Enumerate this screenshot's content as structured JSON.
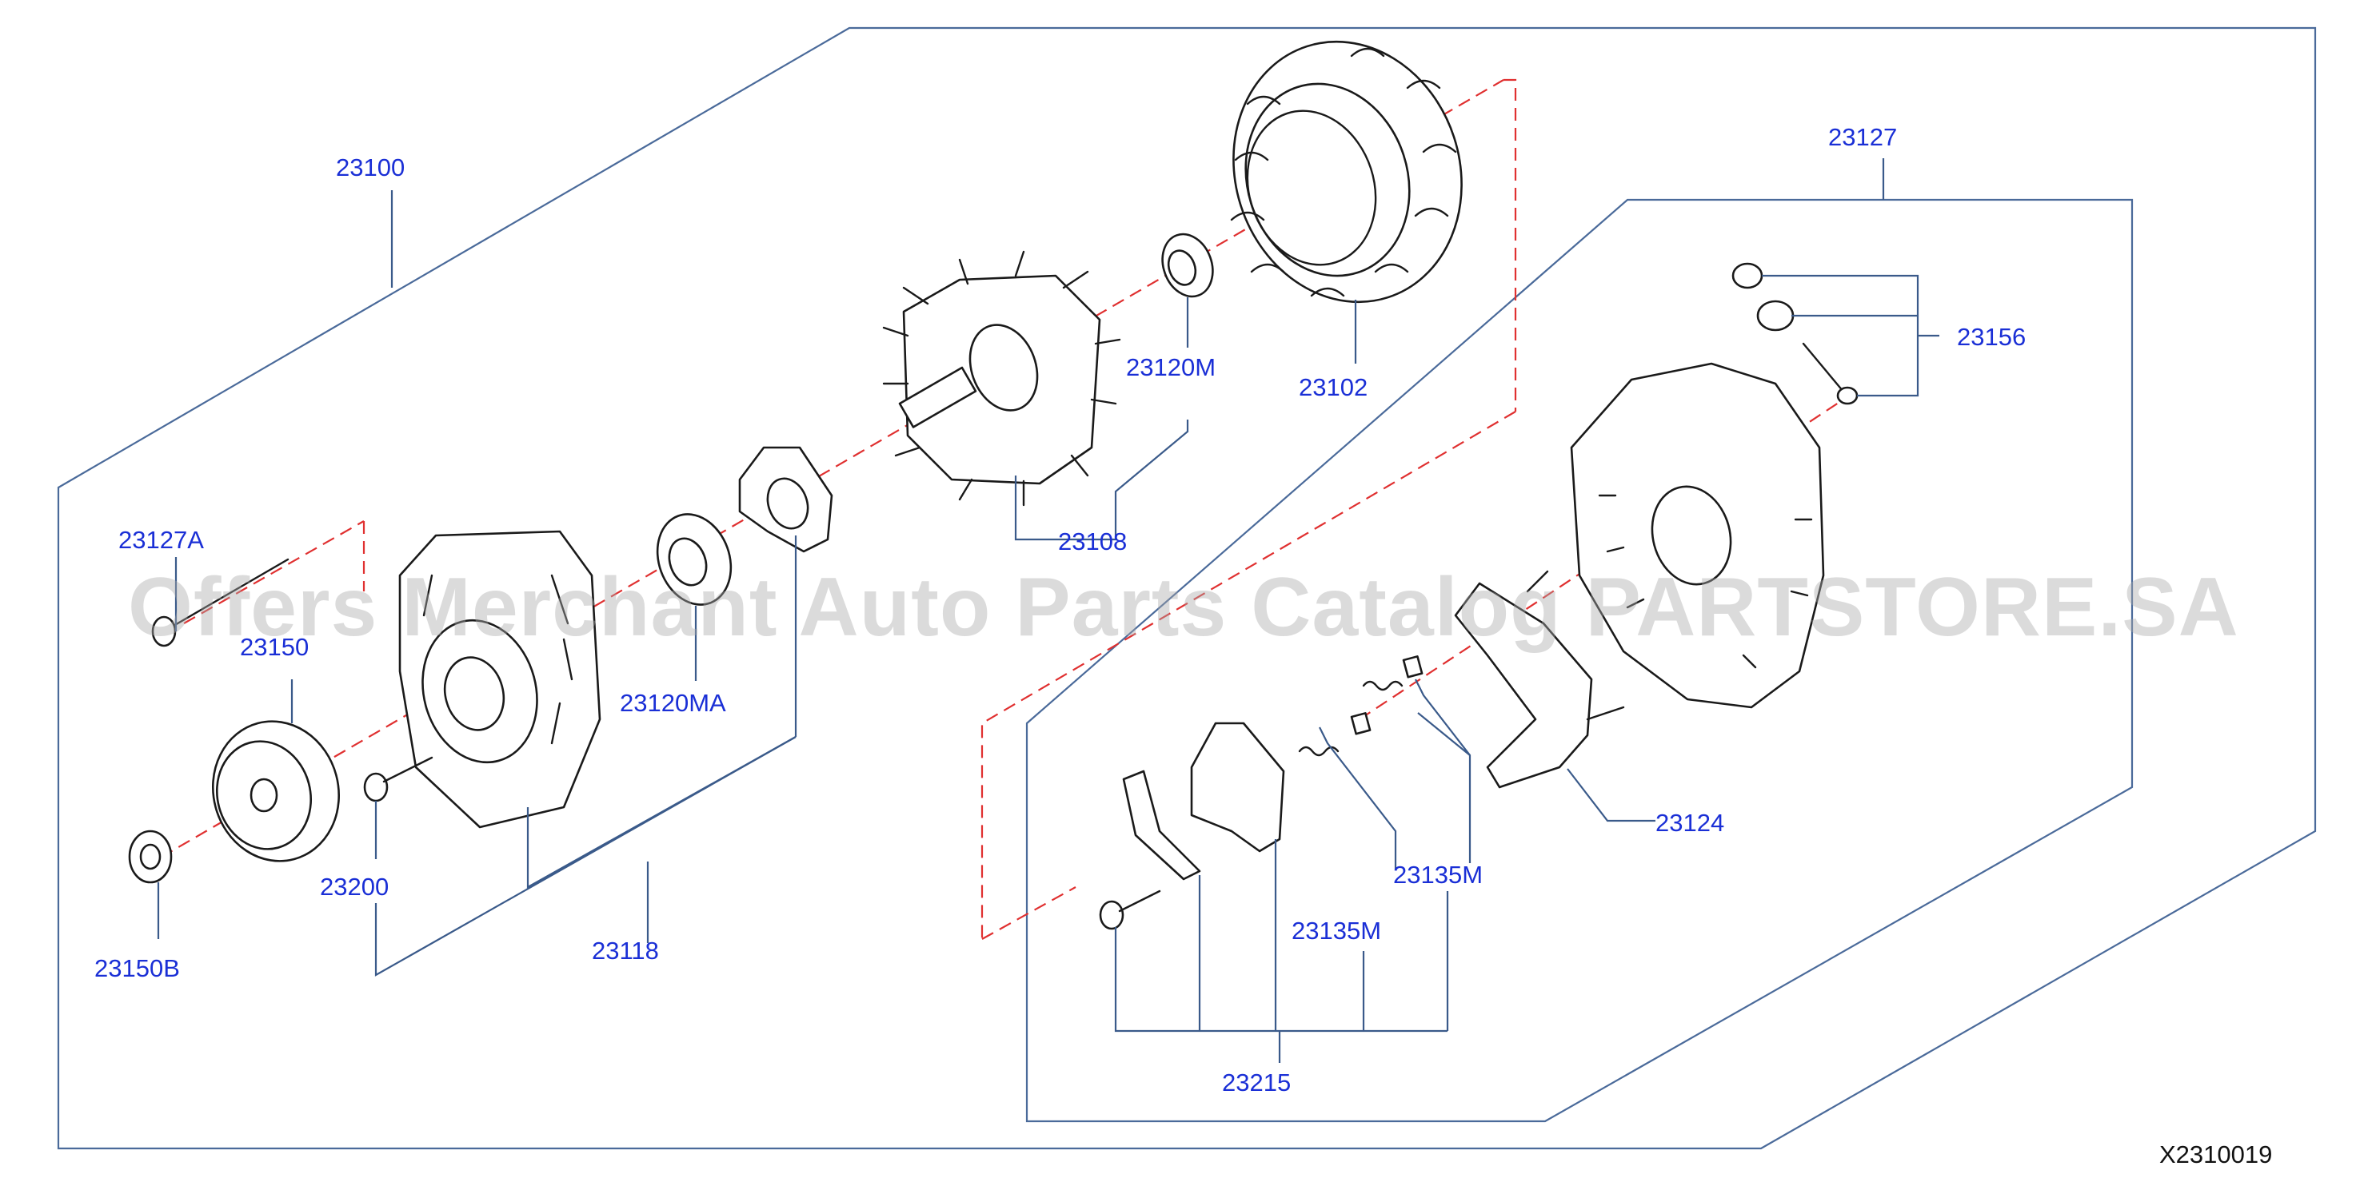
{
  "watermark": "Offers Merchant Auto Parts Catalog PARTSTORE.SA",
  "diagram_code": "X2310019",
  "labels": {
    "p23100": "23100",
    "p23102": "23102",
    "p23120M": "23120M",
    "p23108": "23108",
    "p23127A": "23127A",
    "p23150": "23150",
    "p23150B": "23150B",
    "p23200": "23200",
    "p23118": "23118",
    "p23120MA": "23120MA",
    "p23127": "23127",
    "p23156": "23156",
    "p23124": "23124",
    "p23135M_a": "23135M",
    "p23135M_b": "23135M",
    "p23215": "23215"
  },
  "colors": {
    "label": "#1a2fd6",
    "frame": "#4a6a9a",
    "axis": "#e03030",
    "part_stroke": "#1a1a1a"
  }
}
